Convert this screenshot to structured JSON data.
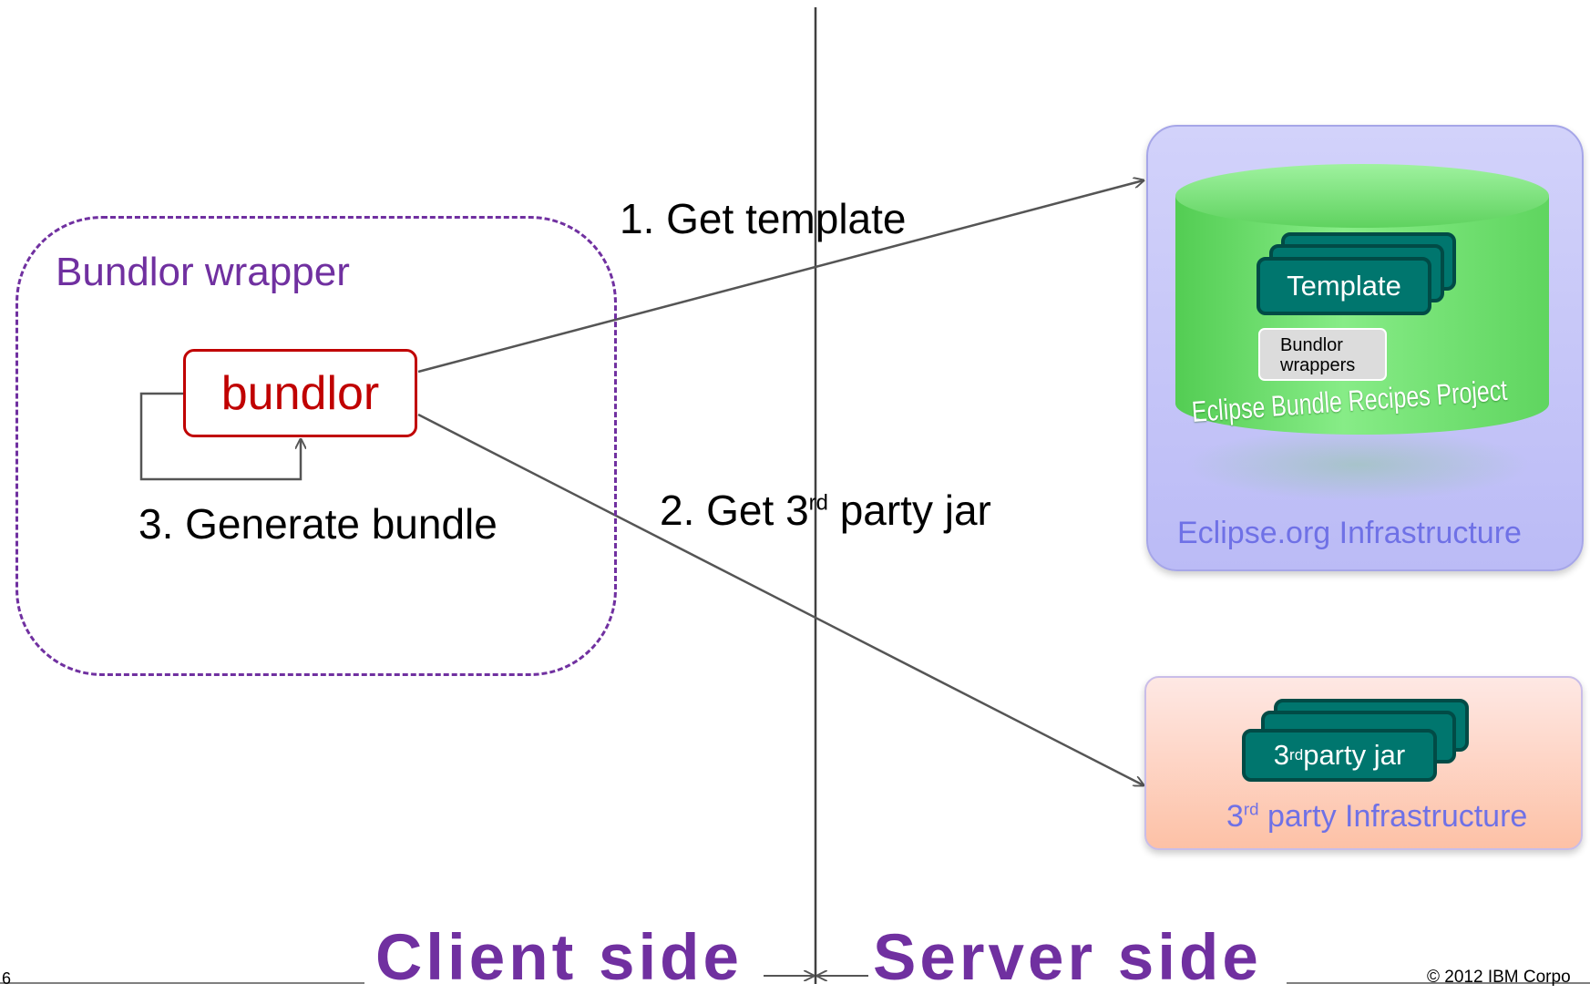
{
  "diagram": {
    "wrapper_label": "Bundlor wrapper",
    "bundlor_label": "bundlor",
    "step1": "1. Get template",
    "step2_prefix": "2. Get 3",
    "step2_sup": "rd",
    "step2_suffix": " party jar",
    "step3": "3. Generate bundle",
    "eclipse": {
      "project_name": "Eclipse Bundle Recipes Project",
      "template_label": "Template",
      "bundlor_wrappers_line1": "Bundlor",
      "bundlor_wrappers_line2": "wrappers",
      "caption": "Eclipse.org Infrastructure"
    },
    "third_party": {
      "jar_prefix": "3",
      "jar_sup": "rd",
      "jar_suffix": " party jar",
      "caption_prefix": "3",
      "caption_sup": "rd",
      "caption_suffix": " party Infrastructure"
    }
  },
  "footer": {
    "page_number": "6",
    "client_side": "Client side",
    "server_side": "Server side",
    "copyright": "© 2012 IBM Corpo"
  },
  "colors": {
    "purple": "#7030a0",
    "bundlor_red": "#c00000",
    "teal": "#00766e",
    "caption_blue": "#6f71e6"
  }
}
